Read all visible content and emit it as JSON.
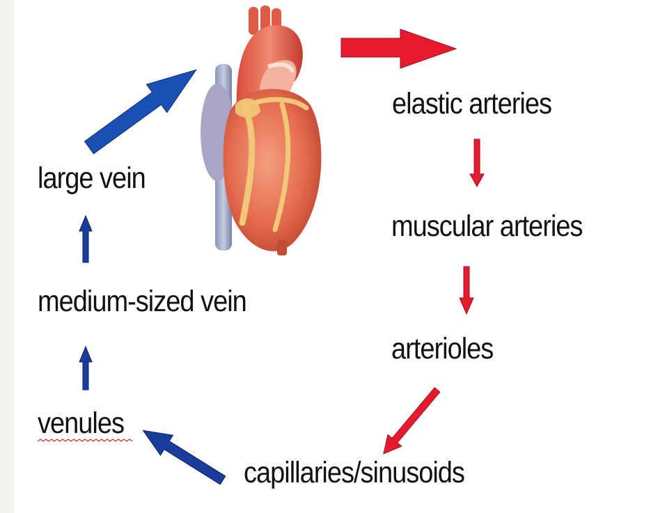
{
  "nodes": {
    "elastic_arteries": "elastic arteries",
    "muscular_arteries": "muscular arteries",
    "arterioles": "arterioles",
    "capillaries": "capillaries/sinusoids",
    "venules": "venules",
    "medium_vein": "medium-sized vein",
    "large_vein": "large vein"
  },
  "icons": {
    "heart": "heart-icon"
  },
  "colors": {
    "artery_arrow": "#e8192c",
    "vein_arrow": "#1a3d9c",
    "text": "#111111",
    "spellcheck_underline": "#e0282f"
  }
}
